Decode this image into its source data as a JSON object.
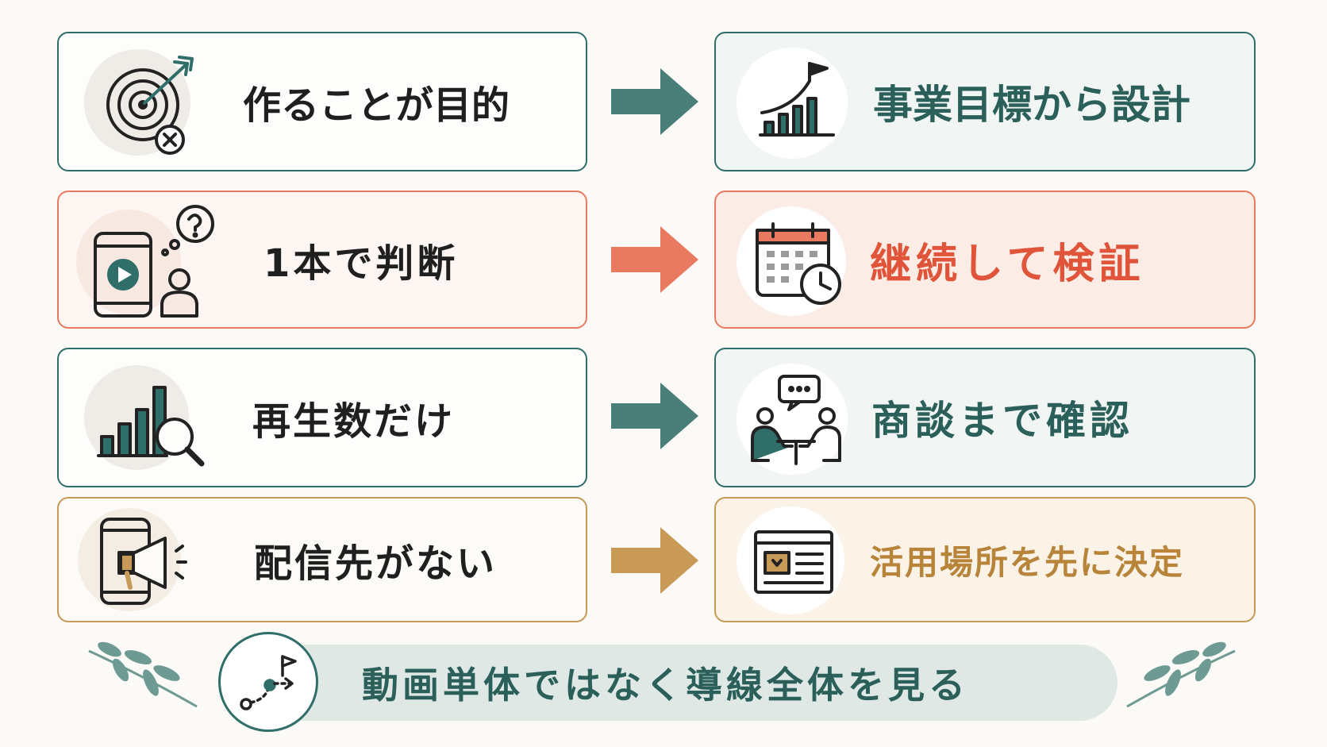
{
  "rows": [
    {
      "before": "作ることが目的",
      "after": "事業目標から設計",
      "before_icon": "target-miss-icon",
      "after_icon": "growth-chart-flag-icon"
    },
    {
      "before": "1本で判断",
      "after": "継続して検証",
      "before_icon": "phone-video-question-icon",
      "after_icon": "calendar-clock-icon"
    },
    {
      "before": "再生数だけ",
      "after": "商談まで確認",
      "before_icon": "chart-magnifier-icon",
      "after_icon": "meeting-chat-icon"
    },
    {
      "before": "配信先がない",
      "after": "活用場所を先に決定",
      "before_icon": "phone-megaphone-icon",
      "after_icon": "web-page-icon"
    }
  ],
  "footer": {
    "text": "動画単体ではなく導線全体を見る",
    "icon": "route-flag-icon"
  },
  "colors": {
    "teal": "#2f6e69",
    "orange": "#ea7a5f",
    "gold": "#c79a57",
    "dark_text": "#1f1f1f"
  }
}
